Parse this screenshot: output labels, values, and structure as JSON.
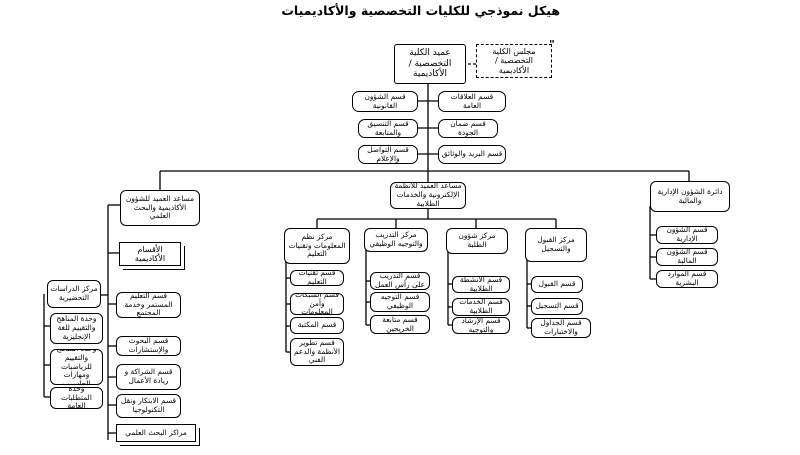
{
  "title": "هيكل نموذجي للكليات التخصصية والأكاديميات",
  "top": {
    "dean": "عميد الكلية التخصصية / الأكاديمية",
    "council": "مجلس الكلية التخصصية / الأكاديمية"
  },
  "dean_departments": {
    "left": [
      "قسم الشؤون القانونية",
      "قسم التنسيق والمتابعة",
      "قسم التواصل والإعلام"
    ],
    "right": [
      "قسم العلاقات العامة",
      "قسم ضمان الجودة",
      "قسم البريد والوثائق"
    ]
  },
  "academic": {
    "head": "مساعد العميد للشؤون الأكاديمية والبحث العلمي",
    "departments": "الأقسام الأكاديمية",
    "units": [
      "قسم التعليم المستمر وخدمة المجتمع",
      "قسم البحوث والإستشارات",
      "قسم الشراكة و ريادة الأعمال",
      "قسم الابتكار ونقل التكنولوجيا",
      "مراكز البحث العلمي"
    ],
    "foundation": {
      "head": "مركز الدراسات التحضيرية",
      "units": [
        "وحدة المناهج والتقييم للغة الإنجليزية",
        "وحدة المناهج والتقييم للرياضيات ومهارات الحاسوب",
        "وحدة المتطلبات العامة"
      ]
    }
  },
  "electronic": {
    "head": "مساعد العميد للأنظمة الإلكترونية والخدمات الطلابية",
    "centers": [
      {
        "head": "مركز نظم المعلومات وتقنيات التعليم",
        "units": [
          "قسم تقنيات التعليم",
          "قسم الشبكات وأمن المعلومات",
          "قسم المكتبة",
          "قسم تطوير الأنظمة والدعم الفني"
        ]
      },
      {
        "head": "مركز التدريب والتوجيه الوظيفي",
        "units": [
          "قسم التدريب على رأس العمل",
          "قسم التوجيه الوظيفي",
          "قسم متابعة الخريجين"
        ]
      },
      {
        "head": "مركز شؤون الطلبة",
        "units": [
          "قسم الأنشطة الطلابية",
          "قسم الخدمات الطلابية",
          "قسم الإرشاد والتوجيه"
        ]
      },
      {
        "head": "مركز القبول والتسجيل",
        "units": [
          "قسم القبول",
          "قسم التسجيل",
          "قسم الجداول والاختبارات"
        ]
      }
    ]
  },
  "admin": {
    "head": "دائرة الشؤون الإدارية والمالية",
    "units": [
      "قسم الشؤون الإدارية",
      "قسم الشؤون المالية",
      "قسم الموارد البشرية"
    ]
  }
}
